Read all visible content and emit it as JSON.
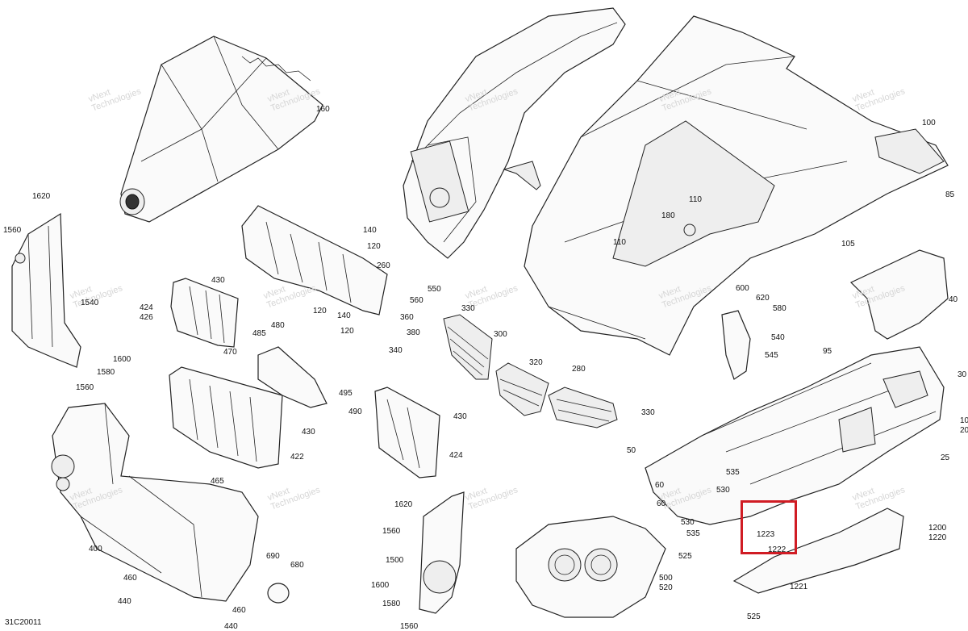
{
  "diagram": {
    "drawing_code": "31C20011",
    "highlight_color": "#d01c24",
    "watermark": [
      "vNext",
      "Technologies"
    ],
    "callouts": [
      {
        "id": "c160",
        "text": "160"
      },
      {
        "id": "c100",
        "text": "100"
      },
      {
        "id": "c85",
        "text": "85"
      },
      {
        "id": "c105",
        "text": "105"
      },
      {
        "id": "c110a",
        "text": "110"
      },
      {
        "id": "c110b",
        "text": "110"
      },
      {
        "id": "c180",
        "text": "180"
      },
      {
        "id": "c1620a",
        "text": "1620"
      },
      {
        "id": "c1560a",
        "text": "1560"
      },
      {
        "id": "c1540",
        "text": "1540"
      },
      {
        "id": "c1600a",
        "text": "1600"
      },
      {
        "id": "c1580a",
        "text": "1580"
      },
      {
        "id": "c1560b",
        "text": "1560"
      },
      {
        "id": "c140a",
        "text": "140"
      },
      {
        "id": "c120a",
        "text": "120"
      },
      {
        "id": "c260",
        "text": "260"
      },
      {
        "id": "c550",
        "text": "550"
      },
      {
        "id": "c560",
        "text": "560"
      },
      {
        "id": "c120b",
        "text": "120"
      },
      {
        "id": "c140b",
        "text": "140"
      },
      {
        "id": "c360",
        "text": "360"
      },
      {
        "id": "c120c",
        "text": "120"
      },
      {
        "id": "c380",
        "text": "380"
      },
      {
        "id": "c340",
        "text": "340"
      },
      {
        "id": "c430a",
        "text": "430"
      },
      {
        "id": "c424a",
        "text": "424"
      },
      {
        "id": "c426",
        "text": "426"
      },
      {
        "id": "c480",
        "text": "480"
      },
      {
        "id": "c485",
        "text": "485"
      },
      {
        "id": "c470",
        "text": "470"
      },
      {
        "id": "c495",
        "text": "495"
      },
      {
        "id": "c490",
        "text": "490"
      },
      {
        "id": "c430b",
        "text": "430"
      },
      {
        "id": "c422",
        "text": "422"
      },
      {
        "id": "c330a",
        "text": "330"
      },
      {
        "id": "c300",
        "text": "300"
      },
      {
        "id": "c320",
        "text": "320"
      },
      {
        "id": "c280",
        "text": "280"
      },
      {
        "id": "c330b",
        "text": "330"
      },
      {
        "id": "c430c",
        "text": "430"
      },
      {
        "id": "c424b",
        "text": "424"
      },
      {
        "id": "c600",
        "text": "600"
      },
      {
        "id": "c620",
        "text": "620"
      },
      {
        "id": "c580",
        "text": "580"
      },
      {
        "id": "c540",
        "text": "540"
      },
      {
        "id": "c545",
        "text": "545"
      },
      {
        "id": "c40",
        "text": "40"
      },
      {
        "id": "c95",
        "text": "95"
      },
      {
        "id": "c30",
        "text": "30"
      },
      {
        "id": "c10",
        "text": "10"
      },
      {
        "id": "c20",
        "text": "20"
      },
      {
        "id": "c50",
        "text": "50"
      },
      {
        "id": "c25",
        "text": "25"
      },
      {
        "id": "c535a",
        "text": "535"
      },
      {
        "id": "c60a",
        "text": "60"
      },
      {
        "id": "c530a",
        "text": "530"
      },
      {
        "id": "c60b",
        "text": "60"
      },
      {
        "id": "c530b",
        "text": "530"
      },
      {
        "id": "c535b",
        "text": "535"
      },
      {
        "id": "c1223",
        "text": "1223"
      },
      {
        "id": "c1222",
        "text": "1222"
      },
      {
        "id": "c1200",
        "text": "1200"
      },
      {
        "id": "c1220",
        "text": "1220"
      },
      {
        "id": "c1221",
        "text": "1221"
      },
      {
        "id": "c525a",
        "text": "525"
      },
      {
        "id": "c525b",
        "text": "525"
      },
      {
        "id": "c500",
        "text": "500"
      },
      {
        "id": "c520",
        "text": "520"
      },
      {
        "id": "c465",
        "text": "465"
      },
      {
        "id": "c400",
        "text": "400"
      },
      {
        "id": "c460a",
        "text": "460"
      },
      {
        "id": "c440a",
        "text": "440"
      },
      {
        "id": "c460b",
        "text": "460"
      },
      {
        "id": "c440b",
        "text": "440"
      },
      {
        "id": "c690",
        "text": "690"
      },
      {
        "id": "c680",
        "text": "680"
      },
      {
        "id": "c1620b",
        "text": "1620"
      },
      {
        "id": "c1560c",
        "text": "1560"
      },
      {
        "id": "c1500",
        "text": "1500"
      },
      {
        "id": "c1600b",
        "text": "1600"
      },
      {
        "id": "c1580b",
        "text": "1580"
      },
      {
        "id": "c1560d",
        "text": "1560"
      }
    ]
  }
}
